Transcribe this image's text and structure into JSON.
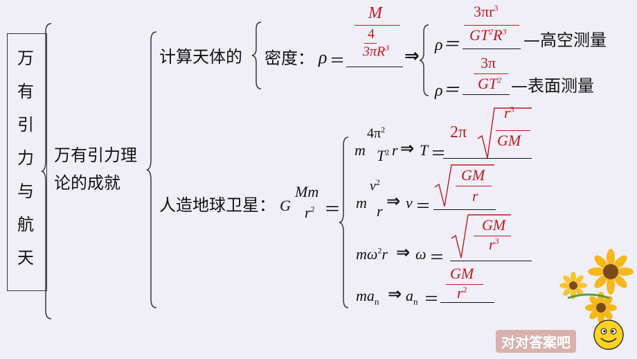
{
  "root": {
    "title_chars": [
      "万",
      "有",
      "引",
      "力",
      "与",
      "航",
      "天"
    ]
  },
  "level1": {
    "title_line1": "万有引力理",
    "title_line2": "论的成就"
  },
  "branch_density": {
    "label": "计算天体的",
    "density_label": "密度：",
    "rho": "ρ",
    "eq": "＝",
    "answer_num": "M",
    "answer_den_top": "4",
    "answer_den_bottom": "3πR",
    "answer_den_sup": "3",
    "arrow": "⇒",
    "high": {
      "rho": "ρ＝",
      "num": "3πr",
      "num_sup": "3",
      "den": "GT",
      "den_sup1": "2",
      "den_mid": "R",
      "den_sup2": "3",
      "suffix": "—高空测量"
    },
    "surface": {
      "rho": "ρ＝",
      "num": "3π",
      "den": "GT",
      "den_sup": "2",
      "suffix": "—表面测量"
    }
  },
  "branch_satellite": {
    "label": "人造地球卫星：",
    "G": "G",
    "Mm": "Mm",
    "r2": "r",
    "r2_sup": "2",
    "eq": "＝",
    "period": {
      "m": "m",
      "num": "4π",
      "num_sup": "2",
      "den": "T",
      "den_sup": "2",
      "r": "r",
      "arrow": "⇒",
      "var": "T",
      "eq": "＝",
      "answer_coef": "2π",
      "answer_num": "r",
      "answer_num_sup": "3",
      "answer_den": "GM"
    },
    "velocity": {
      "m": "m",
      "num": "v",
      "num_sup": "2",
      "den": "r",
      "arrow": "⇒",
      "var": "v",
      "eq": "＝",
      "answer_num": "GM",
      "answer_den": "r"
    },
    "angular": {
      "lhs": "mω",
      "lhs_sup": "2",
      "r": "r",
      "arrow": "⇒",
      "var": "ω",
      "eq": "＝",
      "answer_num": "GM",
      "answer_den": "r",
      "answer_den_sup": "3"
    },
    "accel": {
      "lhs": "ma",
      "lhs_sub": "n",
      "arrow": "⇒",
      "var": "a",
      "var_sub": "n",
      "eq": "＝",
      "answer_num": "GM",
      "answer_den": "r",
      "answer_den_sup": "2"
    }
  },
  "check_answers_button": "对对答案吧",
  "colors": {
    "background": "#f0eff7",
    "answer": "#c0171f",
    "button": "#d8b0ac"
  }
}
